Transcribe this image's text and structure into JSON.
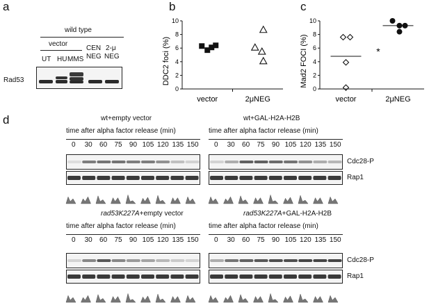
{
  "panel_a": {
    "letter": "a",
    "group": "wild type",
    "subgroup": "vector",
    "lanes": [
      "UT",
      "HU",
      "MMS"
    ],
    "cen_neg": [
      "CEN",
      "NEG"
    ],
    "two_mu_neg": [
      "2-μ",
      "NEG"
    ],
    "protein": "Rad53"
  },
  "panel_b_letter": "b",
  "panel_c_letter": "c",
  "panel_d": {
    "letter": "d",
    "blocks": [
      {
        "title_italic": "",
        "title": "wt+empty vector"
      },
      {
        "title_italic": "",
        "title": "wt+GAL-H2A-H2B"
      },
      {
        "title_italic": "rad53K227A",
        "title": "+empty vector"
      },
      {
        "title_italic": "rad53K227A",
        "title": "+GAL-H2A-H2B"
      }
    ],
    "subtitle": "time after alpha factor release (min)",
    "timepoints": [
      "0",
      "30",
      "60",
      "75",
      "90",
      "105",
      "120",
      "135",
      "150"
    ],
    "label_top": "Cdc28-P",
    "label_bottom": "Rap1"
  },
  "chart_data": [
    {
      "type": "scatter",
      "ylabel": "DDC2 foci (%)",
      "categories": [
        "vector",
        "2μNEG"
      ],
      "ylim": [
        0,
        10
      ],
      "yticks": [
        0,
        2,
        4,
        6,
        8,
        10
      ],
      "series": [
        {
          "category": "vector",
          "marker": "filled-square",
          "values": [
            6.3,
            5.7,
            6.1,
            6.4
          ]
        },
        {
          "category": "2μNEG",
          "marker": "open-triangle",
          "values": [
            8.7,
            6.1,
            5.5,
            4.1
          ]
        }
      ]
    },
    {
      "type": "scatter",
      "ylabel": "Mad2 FOCI (%)",
      "categories": [
        "vector",
        "2μNEG"
      ],
      "ylim": [
        0,
        10
      ],
      "yticks": [
        0,
        2,
        4,
        6,
        8,
        10
      ],
      "significance": "*",
      "series": [
        {
          "category": "vector",
          "marker": "open-diamond",
          "values": [
            7.6,
            7.6,
            3.9,
            0.2
          ],
          "mean": 4.8
        },
        {
          "category": "2μNEG",
          "marker": "filled-circle",
          "values": [
            10.0,
            9.3,
            9.3,
            8.4
          ],
          "mean": 9.3
        }
      ]
    }
  ]
}
